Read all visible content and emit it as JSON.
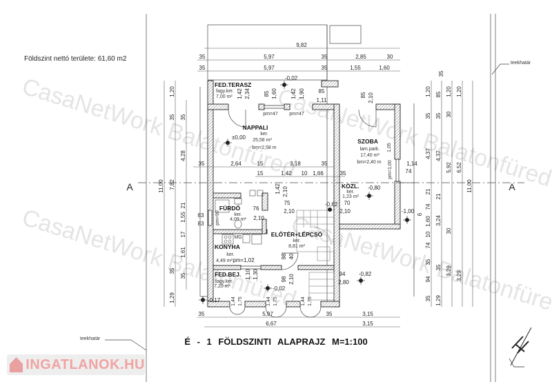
{
  "header": {
    "net_area_note": "Földszint nettó területe: 61,60 m2"
  },
  "title": "É - 1   FÖLDSZINTI   ALAPRAJZ   M=1:100",
  "boundary_label": "teekhatár",
  "watermark": "CasaNetWork Balatonfüred",
  "logo": "INGATLANOK.HU",
  "section": {
    "label": "A"
  },
  "rooms": {
    "terasz": {
      "name": "FED.TERASZ",
      "floor": "fagy.ker.",
      "area": "7,00 m²"
    },
    "nappali": {
      "name": "NAPPALI",
      "floor": "ker.",
      "area": "25,58 m²",
      "height": "bm=2,58 m"
    },
    "szoba": {
      "name": "SZOBA",
      "floor": "lam.park.",
      "area": "17,40 m²",
      "height": "bm=2,40 m"
    },
    "kozl": {
      "name": "KÖZL.",
      "floor": "ker.",
      "area": "1,23 m²"
    },
    "furdo": {
      "name": "FÜRDŐ",
      "floor": "ker.",
      "area": "4,09 m²"
    },
    "eloter": {
      "name": "ELŐTÉR+LÉPCSŐ",
      "floor": "ker.",
      "area": "8,81 m²"
    },
    "konyha": {
      "name": "KONYHA",
      "floor": "ker.",
      "area": "4,49 m²",
      "appliance": "MG"
    },
    "fedbej": {
      "name": "FED.BEJ.",
      "floor": "fagy.ker.",
      "area": "7,20 m²"
    }
  },
  "levels": [
    "-0,02",
    "±0,00",
    "-0,80",
    "-0,62",
    "-1,00",
    "-0,02",
    "-0,82",
    "-0,17"
  ],
  "dims": {
    "top1": [
      "9,82"
    ],
    "top2": [
      "35",
      "5,97",
      "35",
      "2,85",
      "30"
    ],
    "top3": [
      "35",
      "5,97",
      "35",
      "1,55",
      "1,60"
    ],
    "bottom1": [
      "35",
      "5,97",
      "35",
      "3,15"
    ],
    "bottom2": [
      "6,67",
      "3,15"
    ],
    "left_a": [
      "11,00"
    ],
    "left_b": [
      "1,20",
      "35",
      "7,82",
      "35",
      "1,29"
    ],
    "left_c": [
      "35",
      "4,28",
      "21",
      "1,55",
      "17",
      "1,61",
      "35"
    ],
    "left_misc": [
      "35",
      "83",
      "83"
    ],
    "right1": [
      "1,20",
      "35",
      "4,37",
      "21",
      "74",
      "1,60",
      "10",
      "74",
      "35",
      "94",
      "35"
    ],
    "right2": [
      "85",
      "35",
      "4,37",
      "21",
      "3,24",
      "35",
      "1,29"
    ],
    "right3": [
      "1,20",
      "30",
      "5,92",
      "30",
      "3,29"
    ],
    "right4": [
      "1,20",
      "6,52",
      "3,29"
    ],
    "right5": [
      "11,00"
    ],
    "right_misc": [
      "6",
      "35"
    ],
    "interior": [
      "1,42",
      "2,34",
      "85",
      "1,60",
      "1,42",
      "1,90",
      "85",
      "1,11",
      "85",
      "2,10",
      "pm=47",
      "pm=47",
      "1,05",
      "pm=1,00",
      "1,14",
      "74",
      "35",
      "2,64",
      "15",
      "3,18",
      "35",
      "15",
      "1,42",
      "10",
      "1,66",
      "35",
      "1,42",
      "2,10",
      "75",
      "2,10",
      "70",
      "2,10",
      "76",
      "2,10",
      "pm=90",
      "pm=1,02",
      "98",
      "40",
      "1,10",
      "1,30",
      "98",
      "2,10",
      "94",
      "2,80",
      "1,44",
      "1,75",
      "1,44",
      "1,75",
      "1,44",
      "1,75"
    ]
  }
}
